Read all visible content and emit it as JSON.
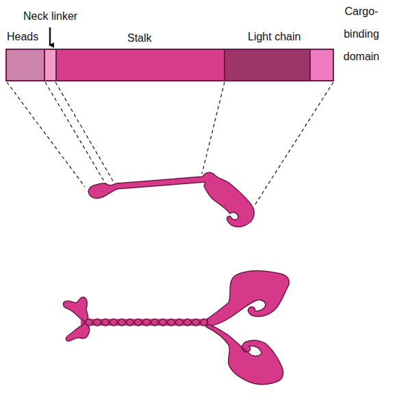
{
  "diagram": {
    "labels": [
      "Neck linker",
      "Heads",
      "Stalk",
      "Light chain",
      "Cargo-binding domain"
    ]
  }
}
